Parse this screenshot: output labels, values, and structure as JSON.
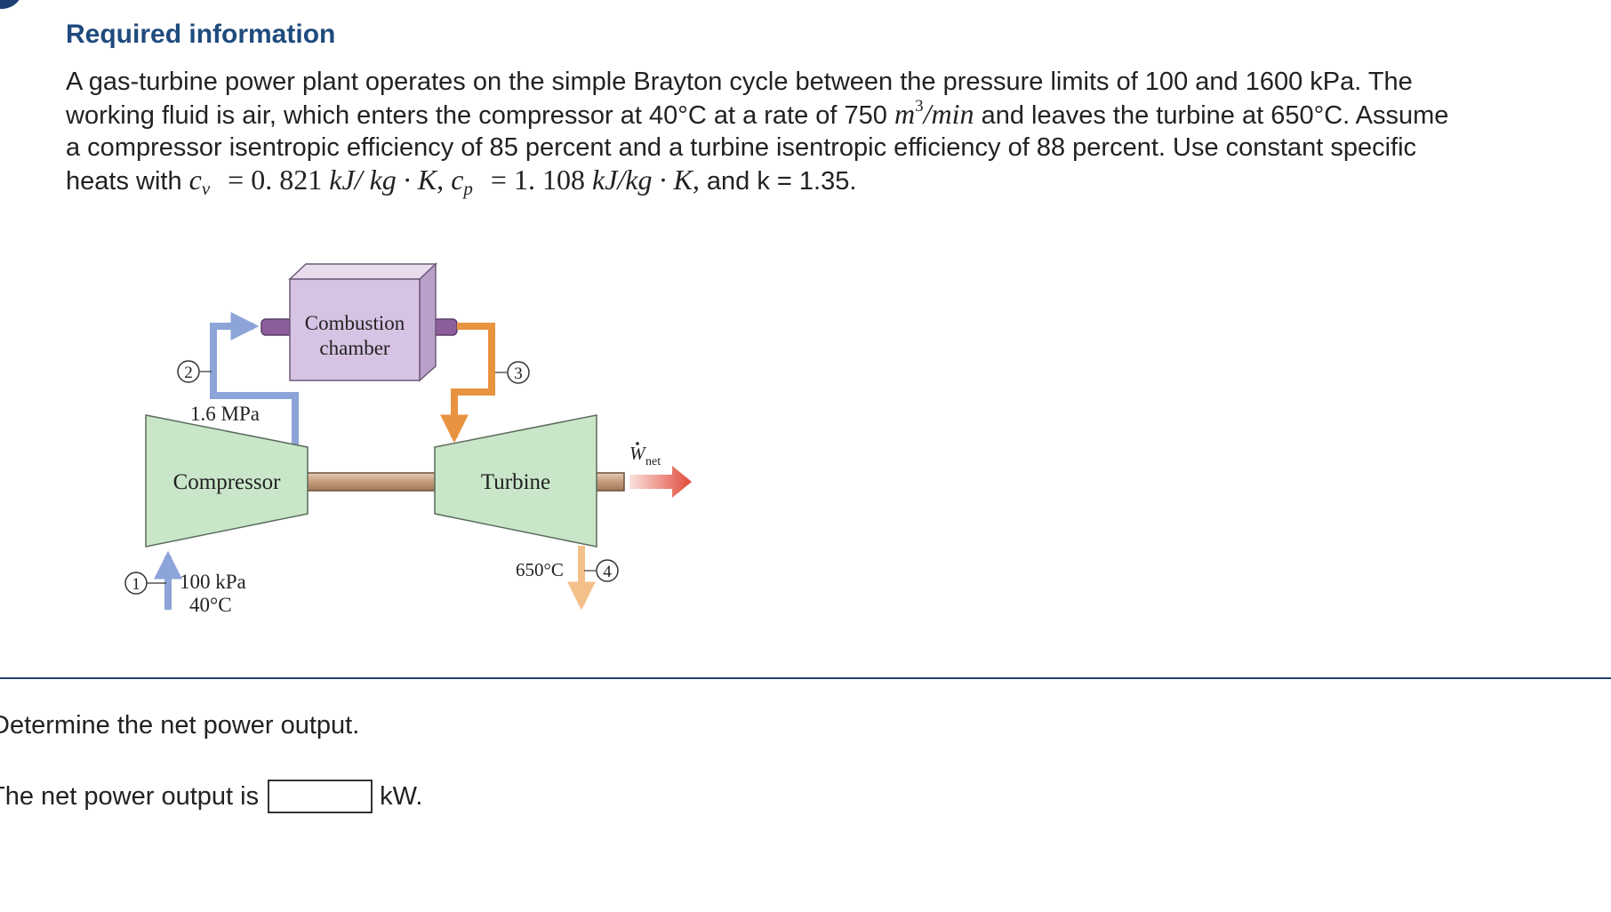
{
  "header": {
    "title": "Required information"
  },
  "problem": {
    "line1": "A gas-turbine power plant operates on the simple Brayton cycle between the pressure limits of 100 and 1600 kPa. The",
    "line2_a": "working fluid is air, which enters the compressor at 40°C at a rate of 750",
    "line2_unit": "m",
    "line2_unit_sup": "3",
    "line2_unit_tail": "/min",
    "line2_b": "and leaves the turbine at 650°C. Assume",
    "line3": "a compressor isentropic efficiency of 85 percent and a turbine isentropic efficiency of 88 percent. Use constant specific",
    "line4_a": "heats with",
    "cv_symbol": "c",
    "cv_sub": "v",
    "cv_value": "=  0. 821",
    "cv_unit": "kJ/ kg · K,",
    "cp_symbol": "c",
    "cp_sub": "p",
    "cp_value": "=  1. 108",
    "cp_unit": "kJ/kg · K,",
    "line4_b": "and",
    "k_text": "k = 1.35."
  },
  "diagram": {
    "combustion_line1": "Combustion",
    "combustion_line2": "chamber",
    "state2": "2",
    "state3": "3",
    "state1": "1",
    "state4": "4",
    "pressure_high": "1.6 MPa",
    "compressor_label": "Compressor",
    "turbine_label": "Turbine",
    "wnet_symbol": "W",
    "wnet_sub": "net",
    "inlet_pressure": "100 kPa",
    "inlet_temp": "40°C",
    "outlet_temp": "650°C",
    "colors": {
      "component_fill": "#c9e6c9",
      "chamber_fill": "#d7c3e3",
      "cold_stream": "#8da4d8",
      "hot_stream": "#e8933f",
      "exhaust": "#f4c08a",
      "shaft": "#c59b7a",
      "work_arrow": "#e04a3a"
    }
  },
  "question": {
    "text": "Determine the net power output.",
    "answer_prefix": "The net power output is",
    "answer_value": "",
    "answer_unit": "kW."
  }
}
